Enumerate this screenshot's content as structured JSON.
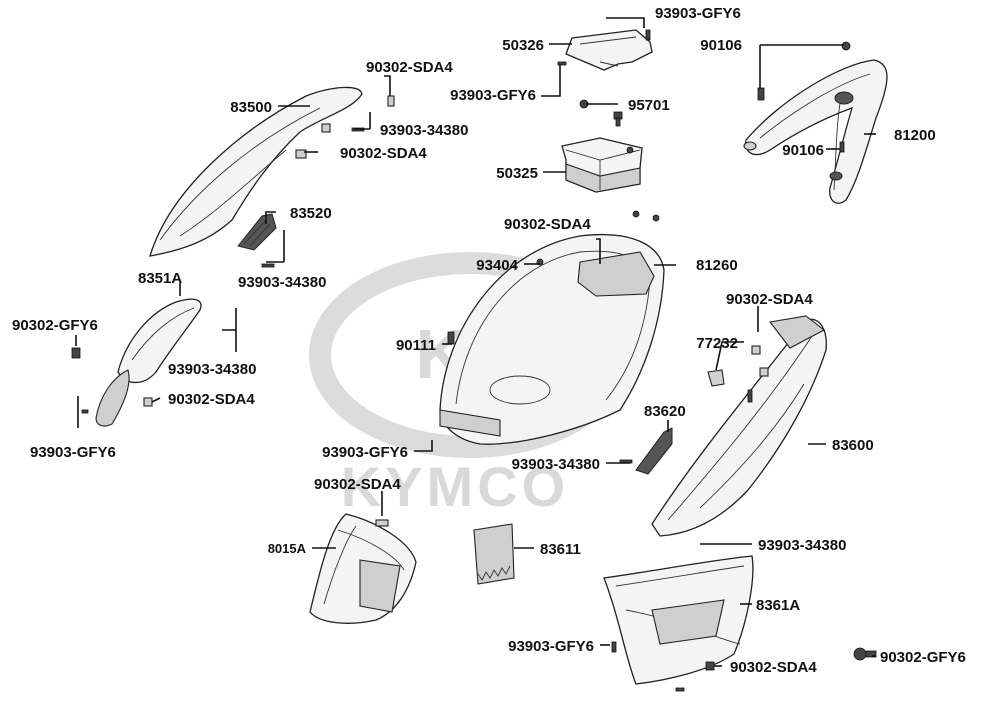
{
  "watermark": {
    "brand": "KYMCO",
    "logo_letters": "KC"
  },
  "callouts": {
    "p93903_gfy6_top": "93903-GFY6",
    "p50326": "50326",
    "p93903_gfy6_box": "93903-GFY6",
    "p95701": "95701",
    "p50325": "50325",
    "p90106_top": "90106",
    "p90106_mid": "90106",
    "p81200": "81200",
    "p90302_sda4_a": "90302-SDA4",
    "p83500": "83500",
    "p93903_34380_a": "93903-34380",
    "p90302_sda4_b": "90302-SDA4",
    "p83520": "83520",
    "p93903_34380_b": "93903-34380",
    "p90302_sda4_c": "90302-SDA4",
    "p93404": "93404",
    "p81260": "81260",
    "p8351a": "8351A",
    "p90302_gfy6_left": "90302-GFY6",
    "p93903_34380_c": "93903-34380",
    "p90302_sda4_d": "90302-SDA4",
    "p93903_gfy6_left": "93903-GFY6",
    "p90111": "90111",
    "p90302_sda4_e": "90302-SDA4",
    "p77232": "77232",
    "p83620": "83620",
    "p93903_34380_d": "93903-34380",
    "p83600": "83600",
    "p93903_gfy6_mid": "93903-GFY6",
    "p90302_sda4_f": "90302-SDA4",
    "p8015a": "8015A",
    "p83611": "83611",
    "p93903_34380_e": "93903-34380",
    "p8361a": "8361A",
    "p93903_gfy6_bottom": "93903-GFY6",
    "p90302_sda4_g": "90302-SDA4",
    "p90302_gfy6_right": "90302-GFY6"
  }
}
